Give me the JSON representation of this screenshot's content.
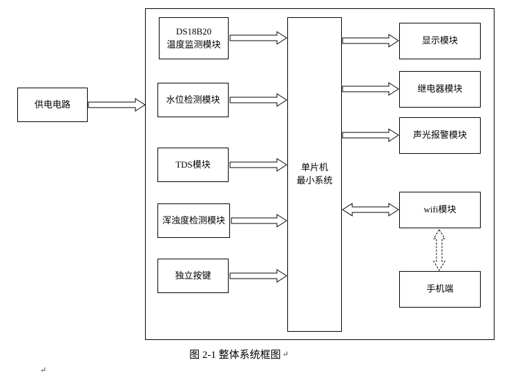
{
  "diagram": {
    "nodes": {
      "power": "供电电路",
      "temperature": "DS18B20\n温度监测模块",
      "water_level": "水位检测模块",
      "tds": "TDS模块",
      "turbidity": "浑浊度检测模块",
      "keys": "独立按键",
      "mcu": "单片机\n最小系统",
      "display": "显示模块",
      "relay": "继电器模块",
      "alarm": "声光报警模块",
      "wifi": "wifi模块",
      "phone": "手机端"
    },
    "caption": "图 2-1 整体系统框图",
    "paragraph_mark": "↵",
    "colors": {
      "line": "#000000",
      "background": "#ffffff"
    }
  }
}
